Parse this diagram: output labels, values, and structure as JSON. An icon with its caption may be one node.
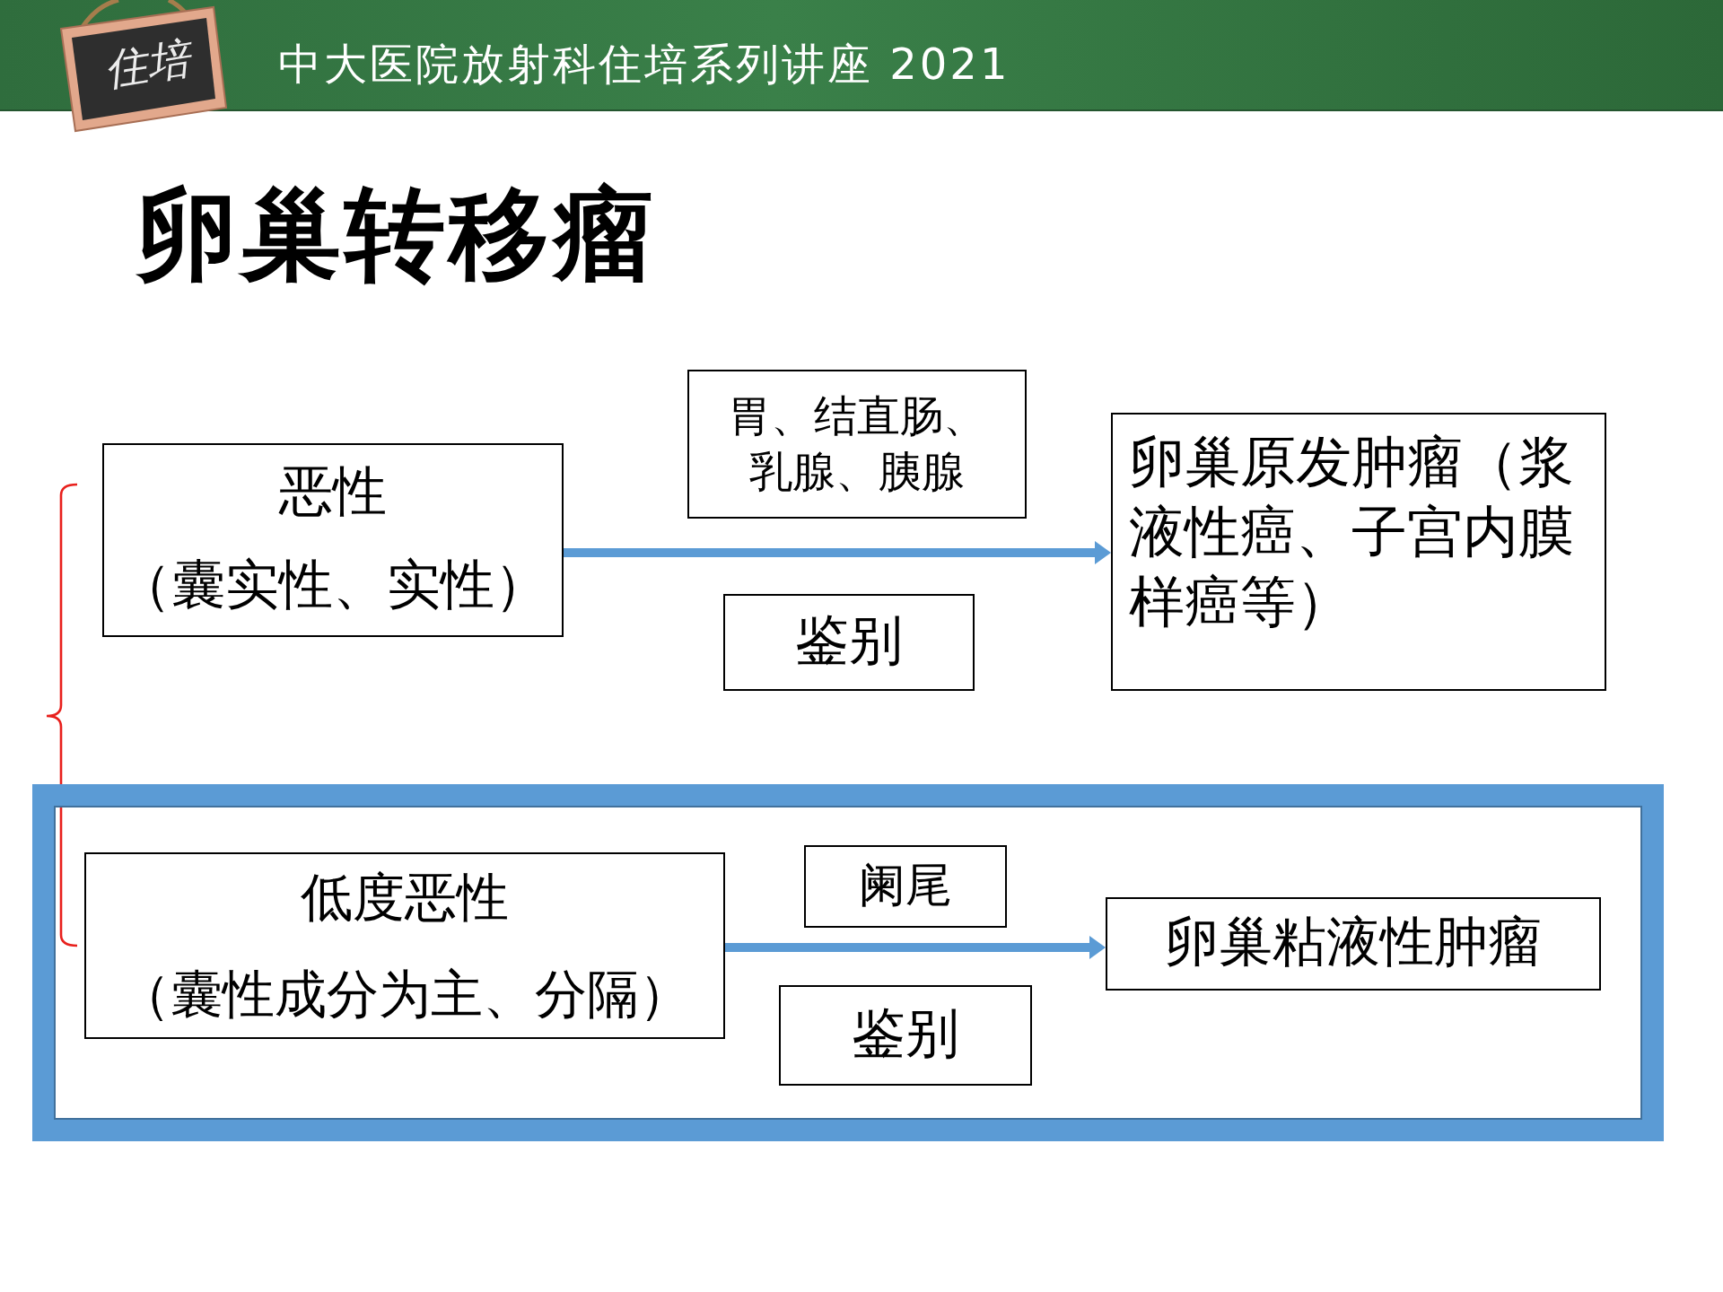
{
  "diagram": {
    "title": "卵巢转移瘤",
    "nodes": [
      {
        "text": [
          "恶性",
          "（囊实性、实性）"
        ]
      },
      {
        "text": [
          "胃、结直肠、乳腺、胰腺"
        ]
      },
      {
        "text": [
          "鉴别"
        ]
      },
      {
        "text": [
          "卵巢原发肿瘤（浆液性癌、子宫内膜样癌等）"
        ]
      },
      {
        "text": [],
        "shape": "box"
      },
      {
        "text": [
          "低度恶性",
          "（囊性成分为主、分隔）"
        ],
        "in": 4
      },
      {
        "text": [
          "阑尾"
        ],
        "in": 4
      },
      {
        "text": [
          "鉴别"
        ],
        "in": 4
      },
      {
        "text": [
          "卵巢粘液性肿瘤"
        ],
        "in": 4
      }
    ],
    "edges": [
      {
        "from": 0,
        "to": 3,
        "arrow": "to"
      },
      {
        "from": 5,
        "to": 8,
        "arrow": "to"
      }
    ],
    "labels": [
      "住培",
      "中大医院放射科住培系列讲座 2021"
    ]
  }
}
